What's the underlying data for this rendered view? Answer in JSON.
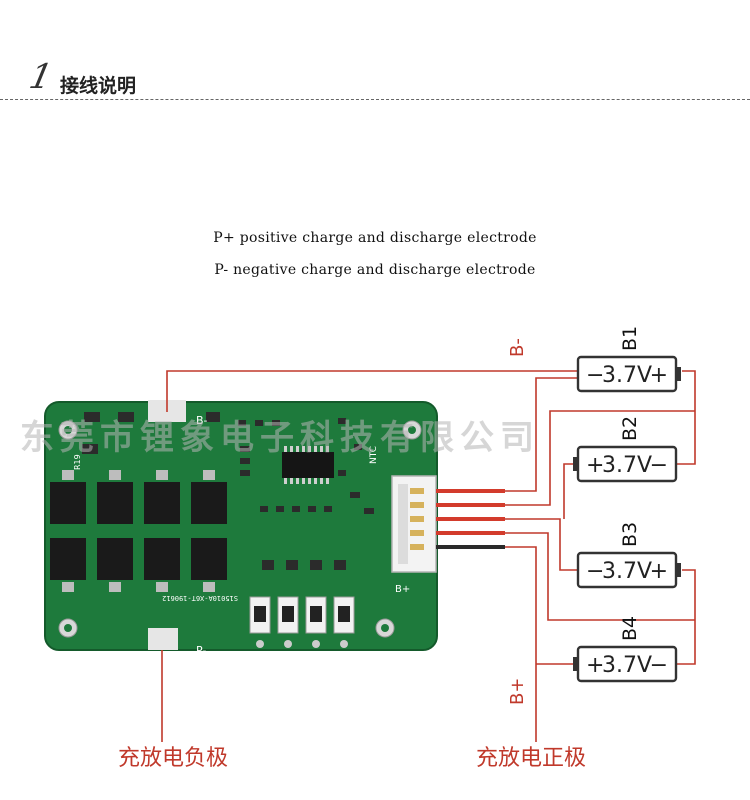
{
  "header": {
    "number": "1",
    "title": "接线说明"
  },
  "descriptions": {
    "p_plus": "P+ positive charge and discharge electrode",
    "p_minus": "P- negative charge and discharge electrode"
  },
  "watermark": "东莞市锂象电子科技有限公司",
  "board": {
    "silkscreen": {
      "b_minus": "B-",
      "p_minus": "P-",
      "b_plus": "B+",
      "ntc": "NTC",
      "part_number": "S15010A-X6T-190612",
      "r19": "R19"
    }
  },
  "batteries": [
    {
      "name": "B1",
      "voltage": "3.7V",
      "left_sign": "−",
      "right_sign": "+"
    },
    {
      "name": "B2",
      "voltage": "3.7V",
      "left_sign": "+",
      "right_sign": "−"
    },
    {
      "name": "B3",
      "voltage": "3.7V",
      "left_sign": "−",
      "right_sign": "+"
    },
    {
      "name": "B4",
      "voltage": "3.7V",
      "left_sign": "+",
      "right_sign": "−"
    }
  ],
  "labels": {
    "b_minus": "B-",
    "b_plus": "B+",
    "negative_caption": "充放电负极",
    "positive_caption": "充放电正极"
  },
  "colors": {
    "wire": "#c0392b",
    "board": "#1e7a3c",
    "caption": "#c0392b"
  }
}
